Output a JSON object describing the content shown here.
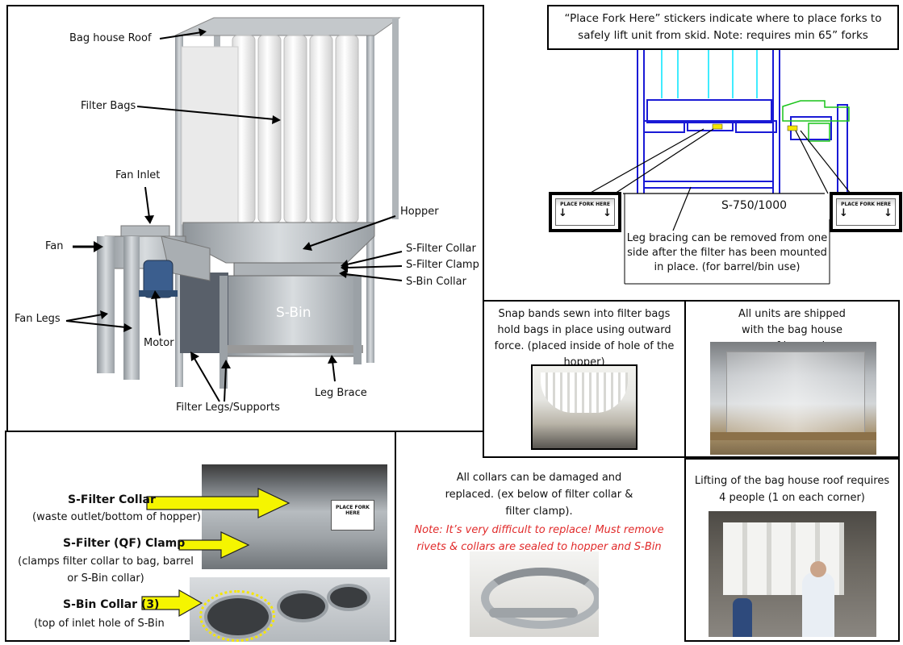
{
  "main_panel": {
    "labels": {
      "bag_house_roof": "Bag house Roof",
      "filter_bags": "Filter Bags",
      "fan_inlet": "Fan Inlet",
      "hopper": "Hopper",
      "fan": "Fan",
      "s_filter_collar": "S-Filter Collar",
      "s_filter_clamp": "S-Filter Clamp",
      "s_bin_collar": "S-Bin Collar",
      "s_bin": "S-Bin",
      "fan_legs": "Fan Legs",
      "motor": "Motor",
      "leg_brace": "Leg Brace",
      "filter_legs": "Filter Legs/Supports"
    }
  },
  "fork_panel": {
    "note": "“Place Fork Here” stickers indicate where to place forks to safely lift unit from skid. Note: requires min 65” forks",
    "sticker_text": "PLACE FORK HERE",
    "model": "S-750/1000",
    "bracing_note": "Leg bracing can be removed from one side after the filter has been mounted in place. (for barrel/bin use)"
  },
  "snap_panel": {
    "text": "Snap bands sewn into filter bags hold bags in place using outward force. (placed inside of hole of the hopper)"
  },
  "ship_panel": {
    "text": "All units are shipped with the bag house roof lowered"
  },
  "collar_panel": {
    "s_filter_collar": "S-Filter Collar",
    "s_filter_collar_desc": "(waste outlet/bottom of hopper)",
    "s_filter_clamp": "S-Filter (QF) Clamp",
    "s_filter_clamp_desc": "(clamps filter collar to bag, barrel or S-Bin collar)",
    "s_bin_collar": "S-Bin Collar (3)",
    "s_bin_collar_desc": "(top of inlet hole of S-Bin",
    "photo_sticker": "PLACE FORK HERE"
  },
  "replace_panel": {
    "text": "All collars can be damaged and replaced. (ex below of filter collar & filter clamp).",
    "warning": "Note: It’s very difficult to replace! Must remove rivets & collars are sealed to hopper and S-Bin"
  },
  "lift_panel": {
    "text": "Lifting of the bag house roof requires 4 people (1 on each corner)"
  },
  "colors": {
    "arrow_yellow": "#f5f500",
    "warning_red": "#e12b2b",
    "drawing_blue": "#1a1ad6",
    "drawing_cyan": "#00e5ff",
    "drawing_green": "#19c419"
  }
}
